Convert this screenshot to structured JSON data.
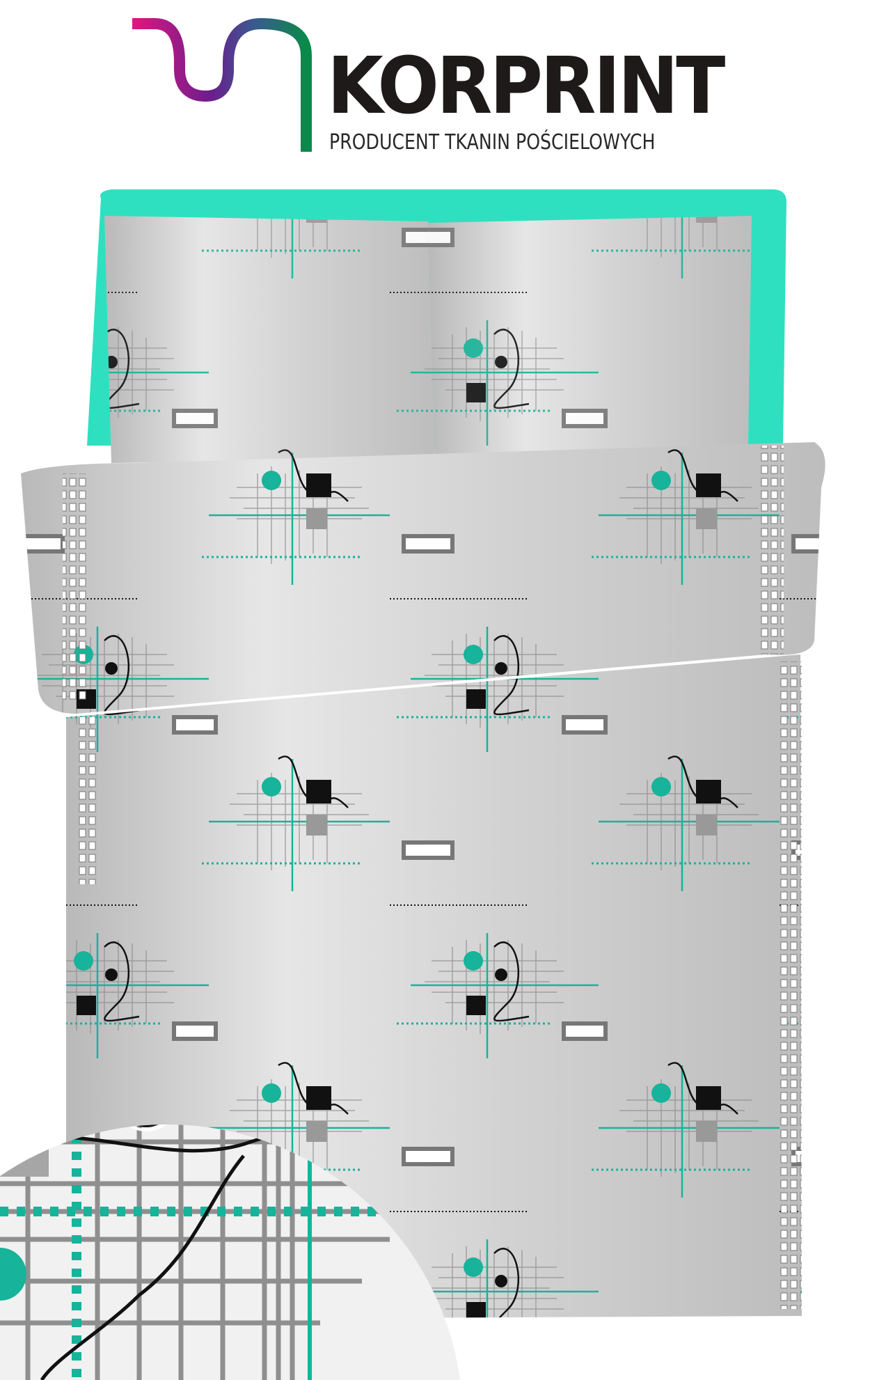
{
  "logo": {
    "brand": "KORPRINT",
    "tagline": "PRODUCENT TKANIN POŚCIELOWYCH"
  },
  "colors": {
    "accent_teal": "#2fe0c0",
    "pattern_teal": "#17b39a",
    "fabric_gray": "#c9c9c9",
    "ink": "#1d1a19",
    "logo_magenta": "#e0177f",
    "logo_purple": "#6c1d8c",
    "logo_green": "#0a8a48"
  },
  "product": {
    "image": "bedding-set-render",
    "detail": "fabric-pattern-closeup"
  }
}
